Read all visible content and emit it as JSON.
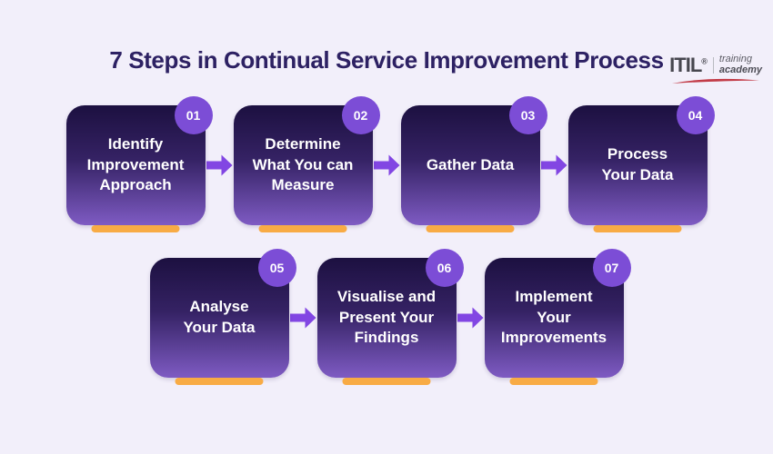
{
  "page": {
    "title": "7 Steps in Continual Service Improvement Process",
    "background_color": "#f2effa",
    "title_color": "#2d2163"
  },
  "logo": {
    "brand": "ITIL",
    "registered": "®",
    "tagline_line1": "training",
    "tagline_line2": "academy",
    "brand_color": "#46464e",
    "swoosh_color": "#c23b47"
  },
  "colors": {
    "card_gradient_top": "#1c1040",
    "card_gradient_bottom": "#7e5bc3",
    "badge": "#7c4dd6",
    "arrow": "#8246e3",
    "underline_bar": "#f8ab45",
    "card_text": "#ffffff"
  },
  "steps": [
    {
      "number": "01",
      "label": "Identify\nImprovement\nApproach"
    },
    {
      "number": "02",
      "label": "Determine\nWhat You can\nMeasure"
    },
    {
      "number": "03",
      "label": "Gather Data"
    },
    {
      "number": "04",
      "label": "Process\nYour Data"
    },
    {
      "number": "05",
      "label": "Analyse\nYour Data"
    },
    {
      "number": "06",
      "label": "Visualise and\nPresent Your\nFindings"
    },
    {
      "number": "07",
      "label": "Implement\nYour\nImprovements"
    }
  ]
}
